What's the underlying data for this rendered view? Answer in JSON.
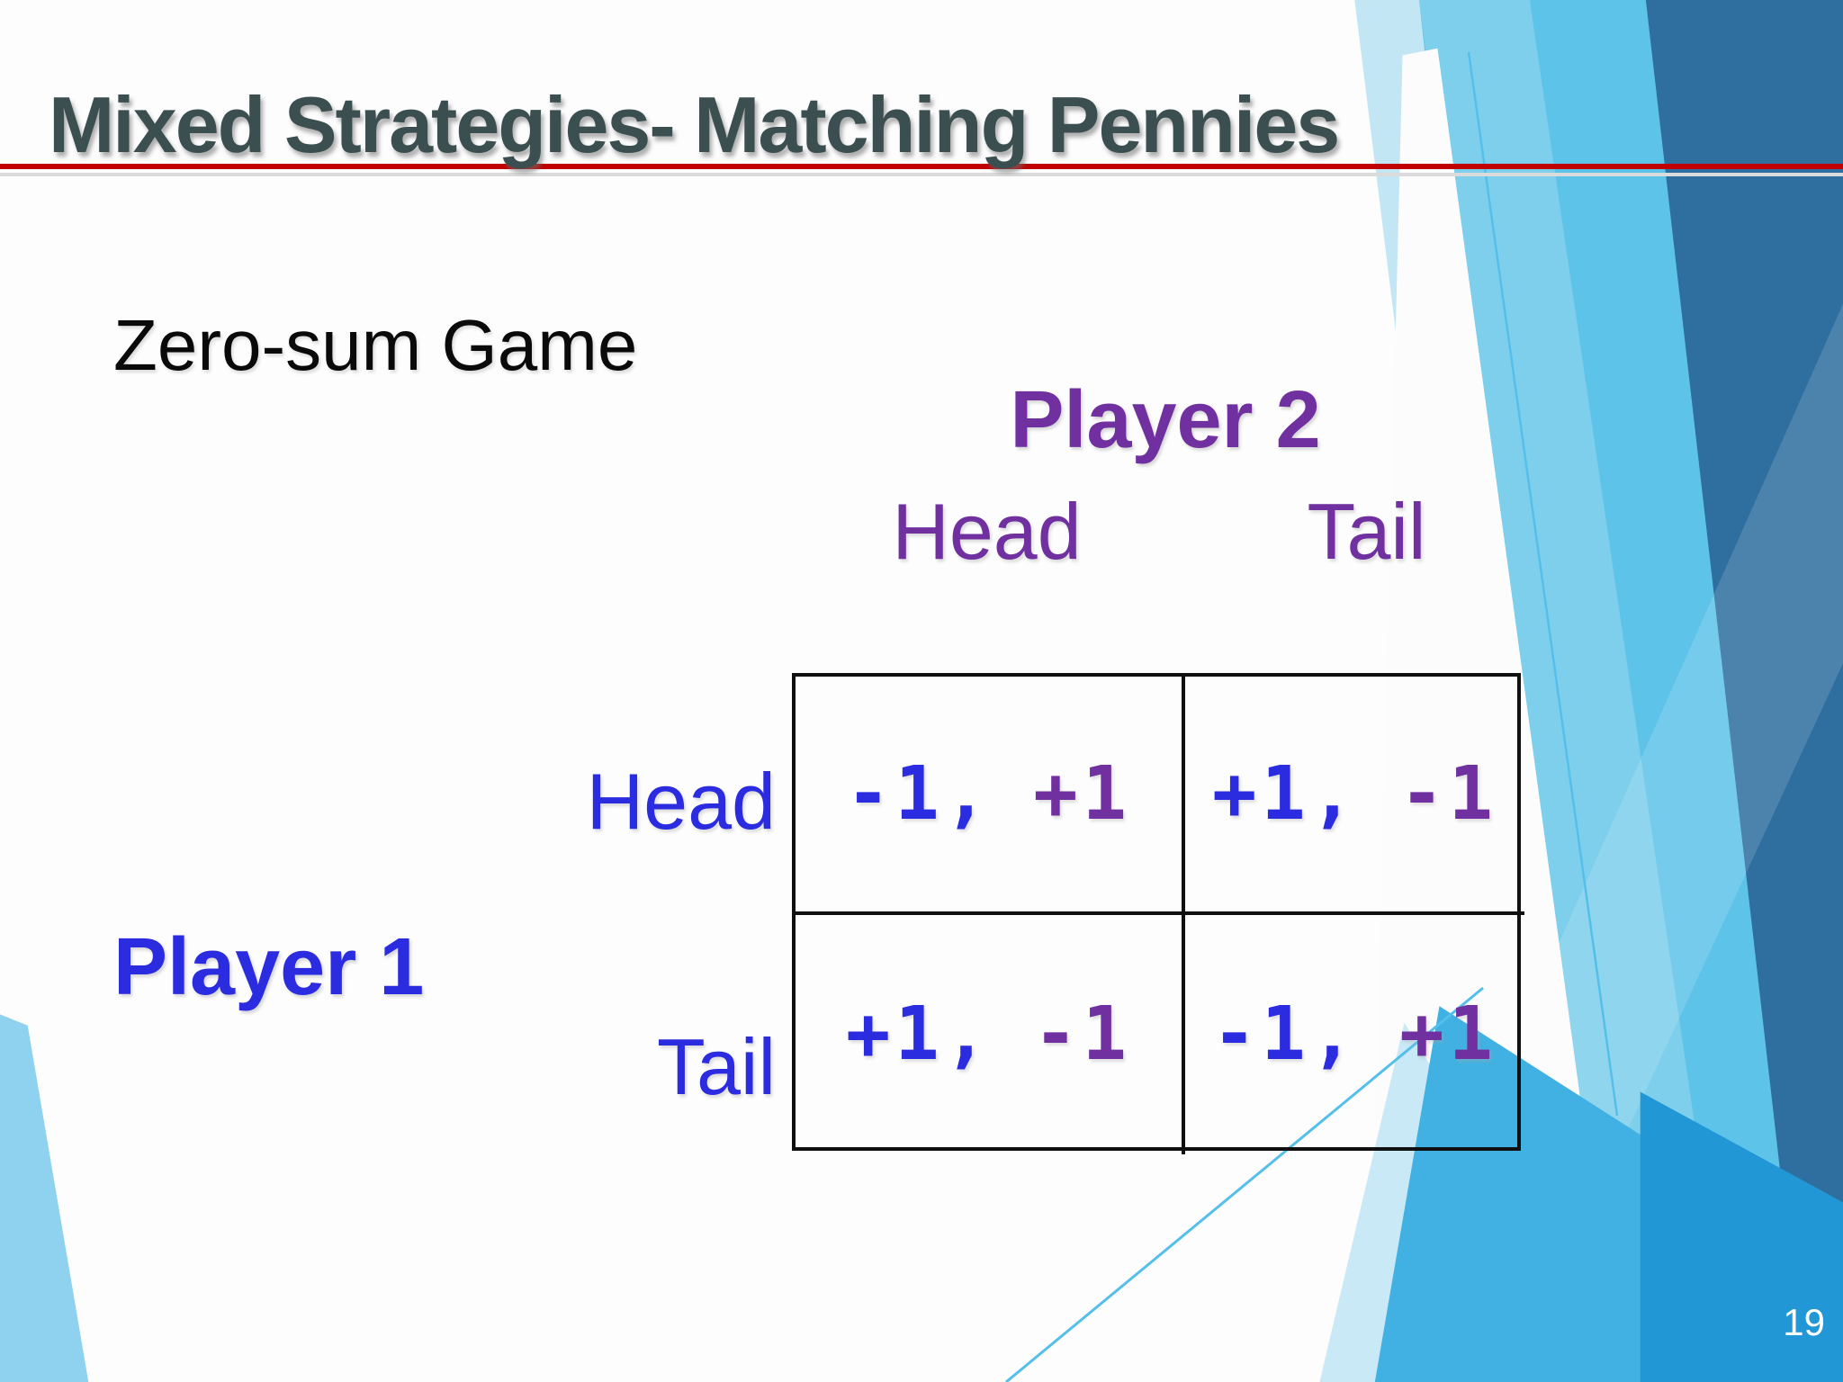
{
  "slide": {
    "title": "Mixed Strategies- Matching Pennies",
    "subtitle": "Zero-sum Game",
    "page_number": "19"
  },
  "game": {
    "player2_label": "Player 2",
    "player1_label": "Player 1",
    "column_headers": [
      "Head",
      "Tail"
    ],
    "row_headers": [
      "Head",
      "Tail"
    ],
    "separator": ",",
    "matrix": [
      [
        {
          "p1": "-1",
          "p2": "+1"
        },
        {
          "p1": "+1",
          "p2": "-1"
        }
      ],
      [
        {
          "p1": "+1",
          "p2": "-1"
        },
        {
          "p1": "-1",
          "p2": "+1"
        }
      ]
    ]
  },
  "colors": {
    "title_text": "#3C4F50",
    "accent_rule_red": "#C00000",
    "player1_blue": "#2B2BE0",
    "player2_purple": "#7030A0",
    "sky_band": "#5EC3E8",
    "pale_band": "#C3E6F5",
    "dark_band": "#2F6FA0",
    "bottom_medium_triangle": "#40B1E2",
    "bottom_dark_triangle": "#2197D5",
    "page_number_text": "#FFFFFF"
  }
}
